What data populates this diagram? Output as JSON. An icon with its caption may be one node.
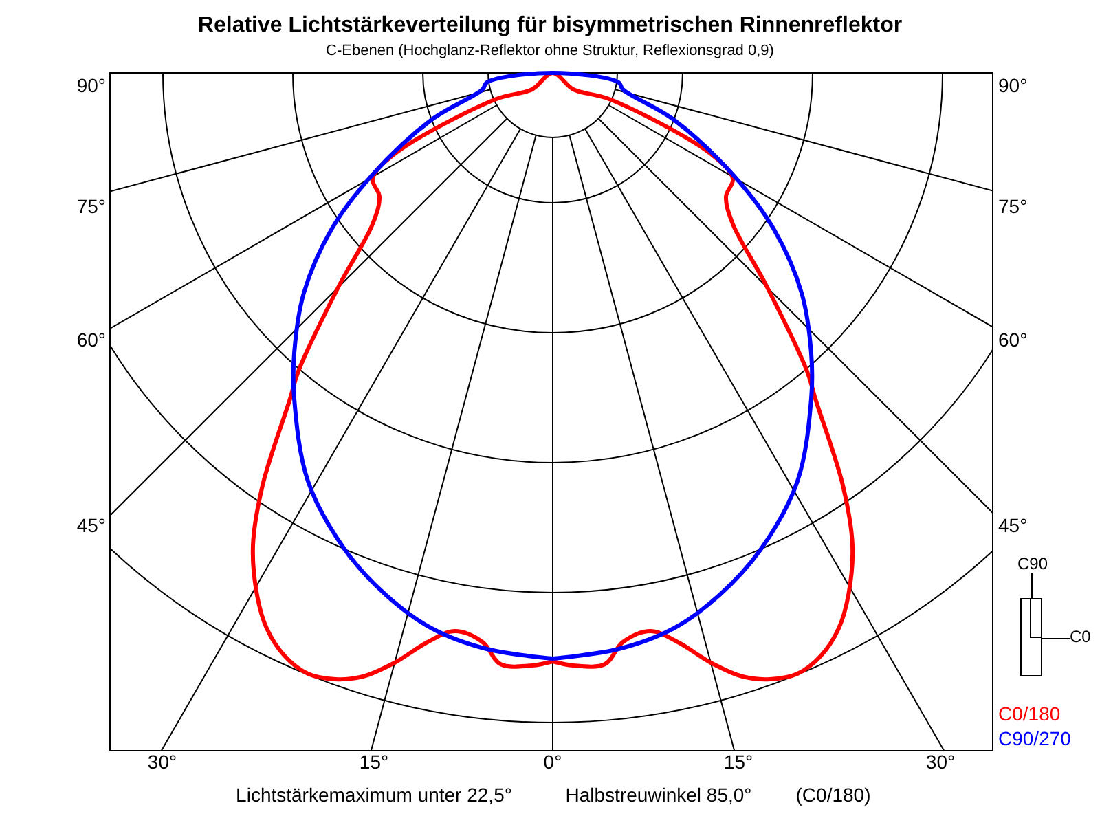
{
  "diagram": {
    "title": "Relative Lichtstärkeverteilung für bisymmetrischen Rinnenreflektor",
    "nodes": [
      {
        "text": [
          "C90"
        ]
      },
      {
        "text": [],
        "shape": "box"
      },
      {
        "text": [
          "C0"
        ]
      }
    ],
    "edges": [
      {
        "from": 0,
        "to": 1,
        "arrow": "none"
      },
      {
        "from": 2,
        "to": 1,
        "arrow": "none"
      }
    ],
    "labels": [
      "C-Ebenen (Hochglanz-Reflektor ohne Struktur, Reflexionsgrad 0,9)",
      "90°",
      "90°",
      "75°",
      "75°",
      "60°",
      "60°",
      "45°",
      "45°",
      "30°",
      "15°",
      "0°",
      "15°",
      "30°",
      "Lichtstärkemaximum unter 22,5°",
      "Halbstreuwinkel 85,0°",
      "(C0/180)"
    ],
    "legend": [
      {
        "text": "C0/180",
        "color": "#ff0000"
      },
      {
        "text": "C90/270",
        "color": "#0000ff"
      }
    ]
  }
}
